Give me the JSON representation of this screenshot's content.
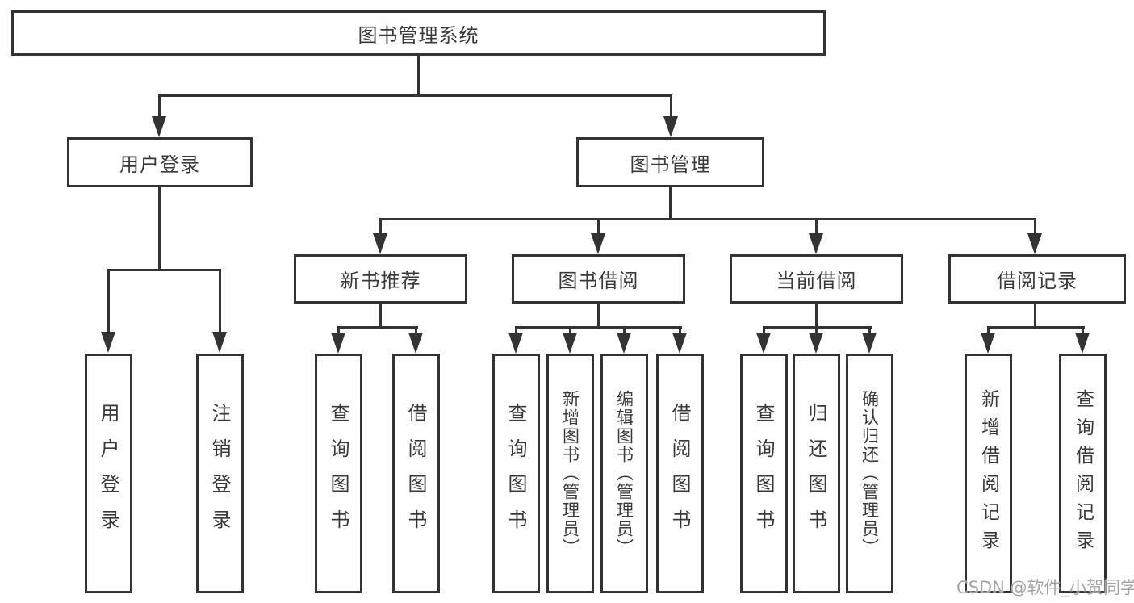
{
  "diagram": {
    "type": "hierarchy-tree",
    "root_label": "图书管理系统",
    "branches": [
      {
        "label": "用户登录",
        "children": [
          {
            "label": "用户登录"
          },
          {
            "label": "注销登录"
          }
        ]
      },
      {
        "label": "图书管理",
        "children": [
          {
            "label": "新书推荐",
            "children": [
              {
                "label": "查询图书"
              },
              {
                "label": "借阅图书"
              }
            ]
          },
          {
            "label": "图书借阅",
            "children": [
              {
                "label": "查询图书"
              },
              {
                "label": "新增图书（管理员）"
              },
              {
                "label": "编辑图书（管理员）"
              },
              {
                "label": "借阅图书"
              }
            ]
          },
          {
            "label": "当前借阅",
            "children": [
              {
                "label": "查询图书"
              },
              {
                "label": "归还图书"
              },
              {
                "label": "确认归还（管理员）"
              }
            ]
          },
          {
            "label": "借阅记录",
            "children": [
              {
                "label": "新增借阅记录"
              },
              {
                "label": "查询借阅记录"
              }
            ]
          }
        ]
      }
    ]
  },
  "watermark": {
    "text": "CSDN @软件_小贺同学"
  },
  "colors": {
    "line": "#333333",
    "box_border": "#333333",
    "box_fill": "#ffffff",
    "text": "#3a3a3a",
    "watermark": "#a5a5a5",
    "background": "#ffffff"
  }
}
